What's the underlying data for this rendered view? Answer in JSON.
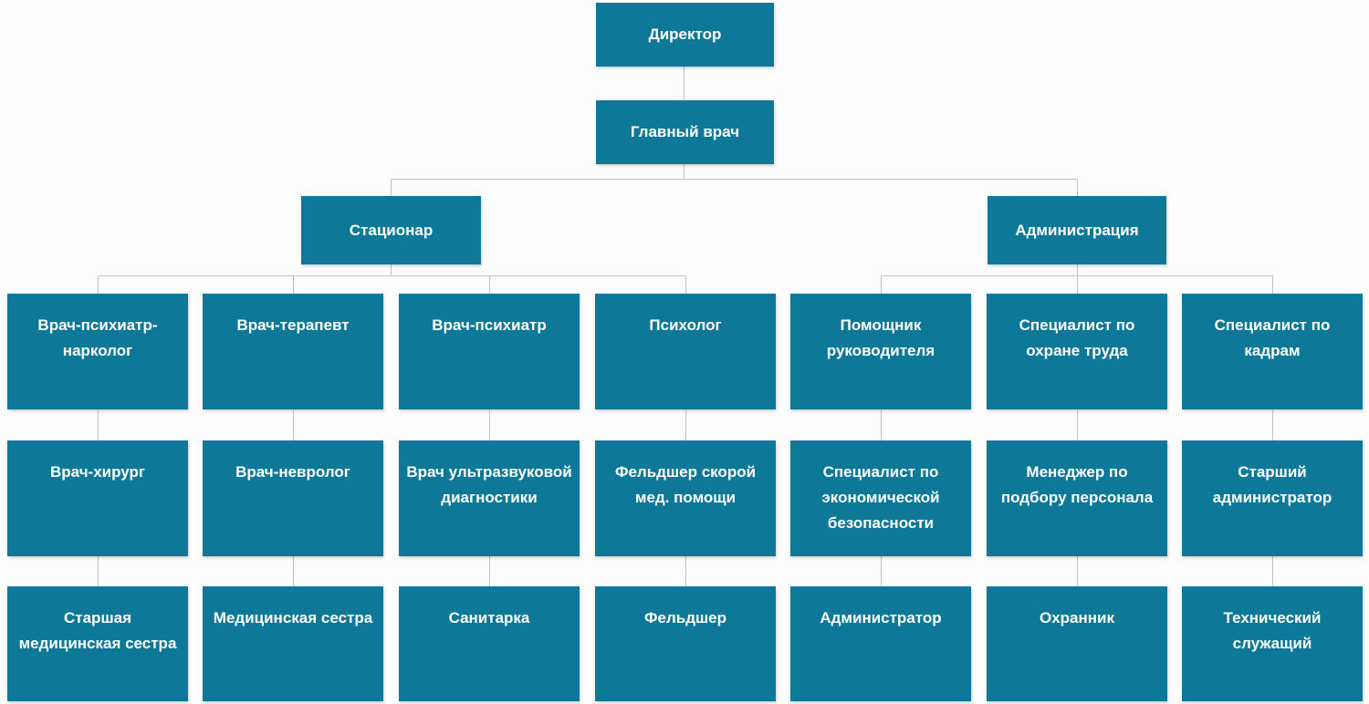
{
  "colors": {
    "node_fill": "#0e7898",
    "node_text": "#ffffff",
    "connector": "#c2c2c2",
    "background": "#fdfdfd"
  },
  "org": {
    "root": {
      "label": "Директор"
    },
    "level2": {
      "label": "Главный врач"
    },
    "branches": [
      {
        "label": "Стационар",
        "columns": [
          {
            "roles": [
              "Врач-психиатр-нарколог",
              "Врач-хирург",
              "Старшая медицинская сестра"
            ]
          },
          {
            "roles": [
              "Врач-терапевт",
              "Врач-невролог",
              "Медицинская сестра"
            ]
          },
          {
            "roles": [
              "Врач-психиатр",
              "Врач ультразвуковой диагностики",
              "Санитарка"
            ]
          },
          {
            "roles": [
              "Психолог",
              "Фельдшер скорой мед. помощи",
              "Фельдшер"
            ]
          }
        ]
      },
      {
        "label": "Администрация",
        "columns": [
          {
            "roles": [
              "Помощник руководителя",
              "Специалист по экономической безопасности",
              "Администратор"
            ]
          },
          {
            "roles": [
              "Специалист по охране труда",
              "Менеджер по подбору персонала",
              "Охранник"
            ]
          },
          {
            "roles": [
              "Специалист по кадрам",
              "Старший администратор",
              "Технический служащий"
            ]
          }
        ]
      }
    ]
  }
}
